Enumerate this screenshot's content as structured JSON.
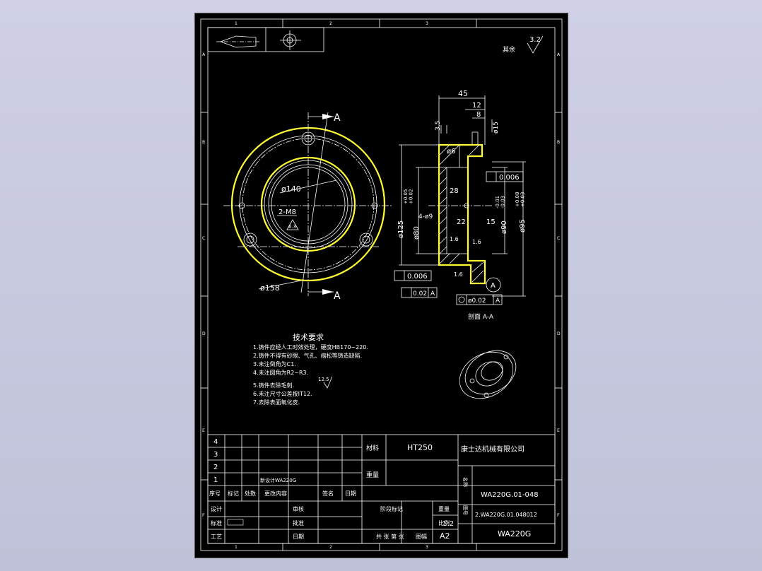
{
  "zones": {
    "cols": [
      "1",
      "2",
      "3"
    ],
    "rows": [
      "A",
      "B",
      "C",
      "D",
      "E",
      "F"
    ]
  },
  "roughness_label": "其余",
  "roughness_default": "3.2",
  "views": {
    "front": {
      "dims": [
        "ø140",
        "ø158",
        "2-M8",
        "6.3"
      ],
      "section_mark": "A"
    },
    "section": {
      "dims": [
        "45",
        "12",
        "8",
        "3.5",
        "ø15",
        "ø6",
        "28",
        "4-ø9",
        "22",
        "15",
        "1.6",
        "1.6",
        "1.6",
        "ø125",
        "ø80",
        "ø90",
        "ø95"
      ],
      "tolerances": {
        "t80": "+0.05\n+0.02",
        "t90": "-0.01\n-0.03",
        "t95": "+0.08\n+0.03"
      },
      "gdt": [
        "0.006",
        "0.006",
        "0.02",
        "ø0.02"
      ],
      "datum": "A",
      "caption": "剖面 A-A"
    }
  },
  "tech_requirements": {
    "title": "技术要求",
    "lines": [
      "1.铸件应经人工时效处理，硬度HB170~220.",
      "2.铸件不得有砂眼、气孔、缩松等铸造缺陷.",
      "3.未注倒角为C1.",
      "4.未注圆角为R2~R3.",
      "",
      "5.铸件去除毛刺.",
      "6.未注尺寸公差按IT12.",
      "7.去除表面氧化皮."
    ],
    "roughness": "12.5"
  },
  "title_block": {
    "material_label": "材料",
    "material": "HT250",
    "company": "康士达机械有限公司",
    "weight_label": "重量",
    "scale_label": "比例",
    "scale": "1:2",
    "sheet_label": "图幅",
    "sheet": "A2",
    "stage_label": "阶段标记",
    "count_label": "共 张 第 张",
    "drawing_no": "WA220G.01-048",
    "drawing_no2": "2.WA220G.01.048012",
    "project": "WA220G",
    "name_label": "名称",
    "code_label": "图号",
    "rows": [
      "4",
      "3",
      "2",
      "1"
    ],
    "row1_note": "新设计WA220G",
    "header": [
      "序号",
      "标记",
      "处数",
      "更改内容",
      "签名",
      "日期"
    ],
    "design_label": "设计",
    "check_label": "审核",
    "std_label": "标准",
    "approve_label": "批准",
    "process_label": "工艺",
    "date_label": "日期"
  }
}
